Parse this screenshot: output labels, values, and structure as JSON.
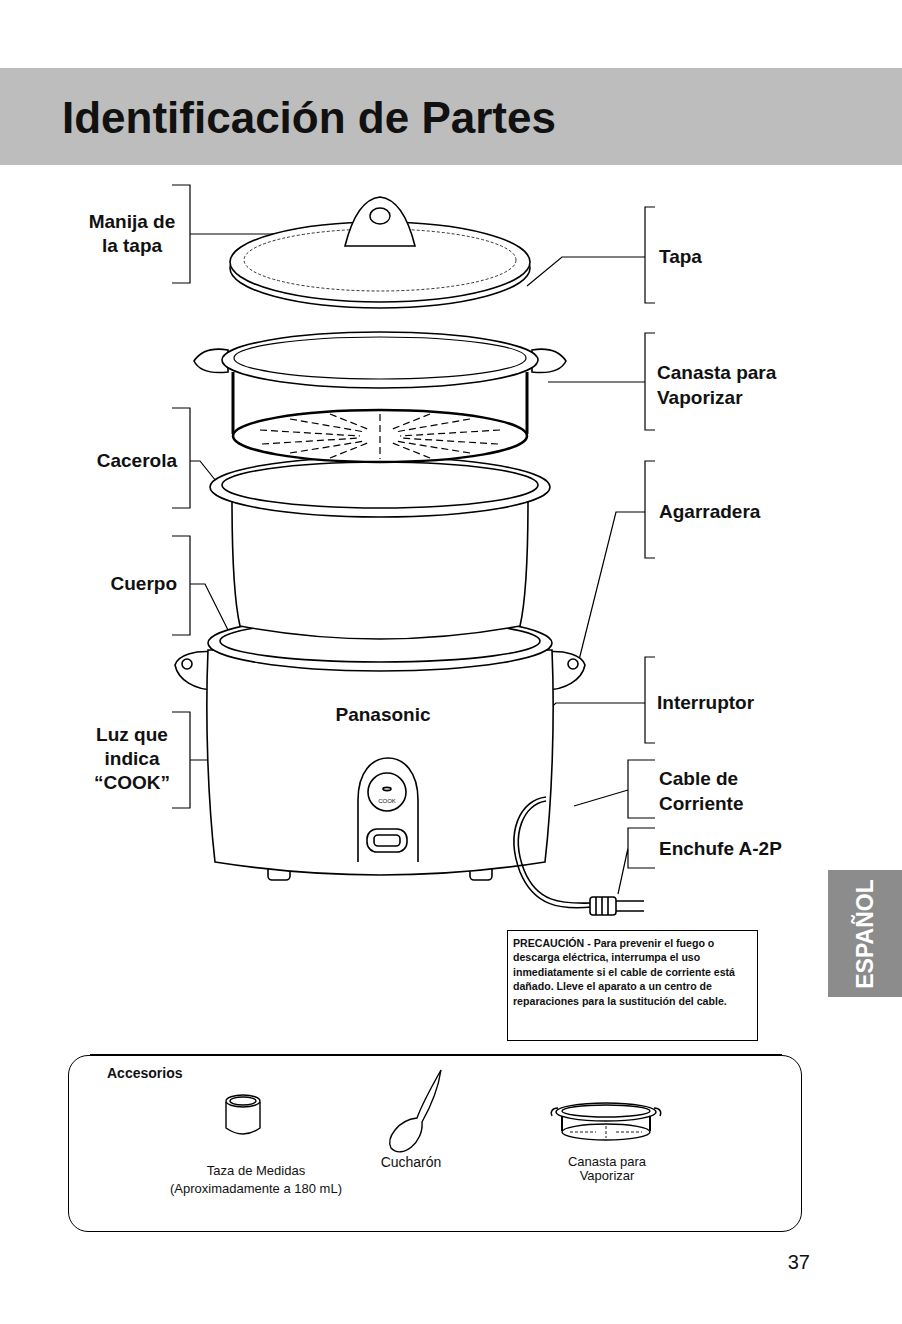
{
  "diagram": {
    "title": "Identificación de Partes",
    "nodes": [
      {
        "text": [
          "ESPAÑOL"
        ]
      },
      {
        "text": [
          "PRECAUCIÓN - Para prevenir el fuego o descarga eléctrica, interrumpa el uso inmediatamente si el cable de corriente está dañado. Lleve el aparato a un centro de reparaciones para la sustitución del cable."
        ]
      },
      {
        "text": [
          "Accesorios",
          "Taza de Medidas (Aproximadamente a 180 mL)",
          "Cucharón",
          "Canasta para Vaporizar"
        ]
      }
    ],
    "labels": [
      "Manija de la tapa",
      "Tapa",
      "Canasta para Vaporizar",
      "Cacerola",
      "Agarradera",
      "Cuerpo",
      "Interruptor",
      "Luz que indica “COOK”",
      "Cable de Corriente",
      "Enchufe A-2P",
      "Panasonic",
      "COOK",
      "37"
    ]
  }
}
